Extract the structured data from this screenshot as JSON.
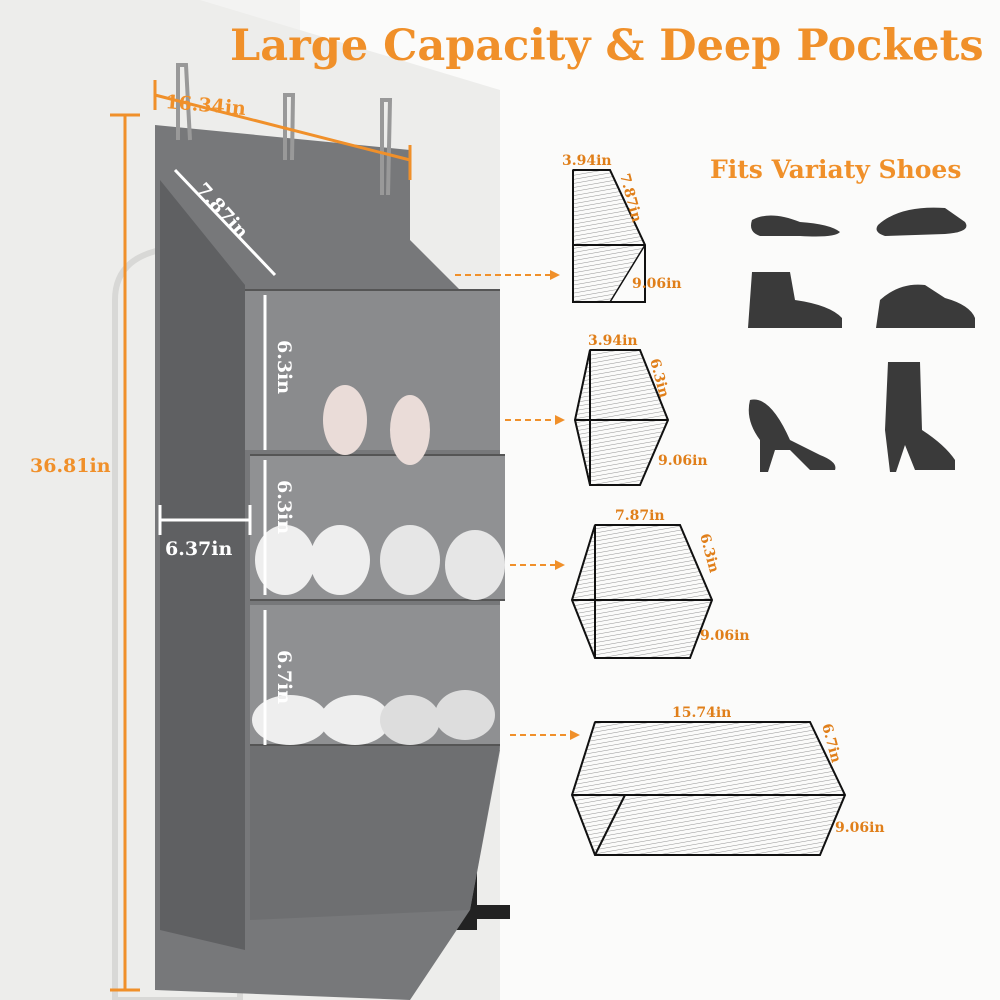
{
  "title": "Large Capacity & Deep Pockets",
  "subtitle": "Fits Variaty Shoes",
  "organizer_dimensions": {
    "width": "16.34in",
    "height": "36.81in",
    "top_pocket_depth": "7.87in",
    "row2_height": "6.3in",
    "row3_height": "6.3in",
    "side_pocket_width": "6.37in",
    "row4_height": "6.7in"
  },
  "pockets": [
    {
      "width": "3.94in",
      "height": "7.87in",
      "depth": "9.06in"
    },
    {
      "width": "3.94in",
      "height": "6.3in",
      "depth": "9.06in"
    },
    {
      "width": "7.87in",
      "height": "6.3in",
      "depth": "9.06in"
    },
    {
      "width": "15.74in",
      "height": "6.7in",
      "depth": "9.06in"
    }
  ],
  "shoe_icons": [
    "flat-shoe-icon",
    "slide-sandal-icon",
    "boot-icon",
    "sneaker-icon",
    "high-heel-icon",
    "tall-boot-icon"
  ],
  "colors": {
    "accent": "#f0902a",
    "fabric": "#77787a",
    "icon": "#3a3a3a"
  }
}
